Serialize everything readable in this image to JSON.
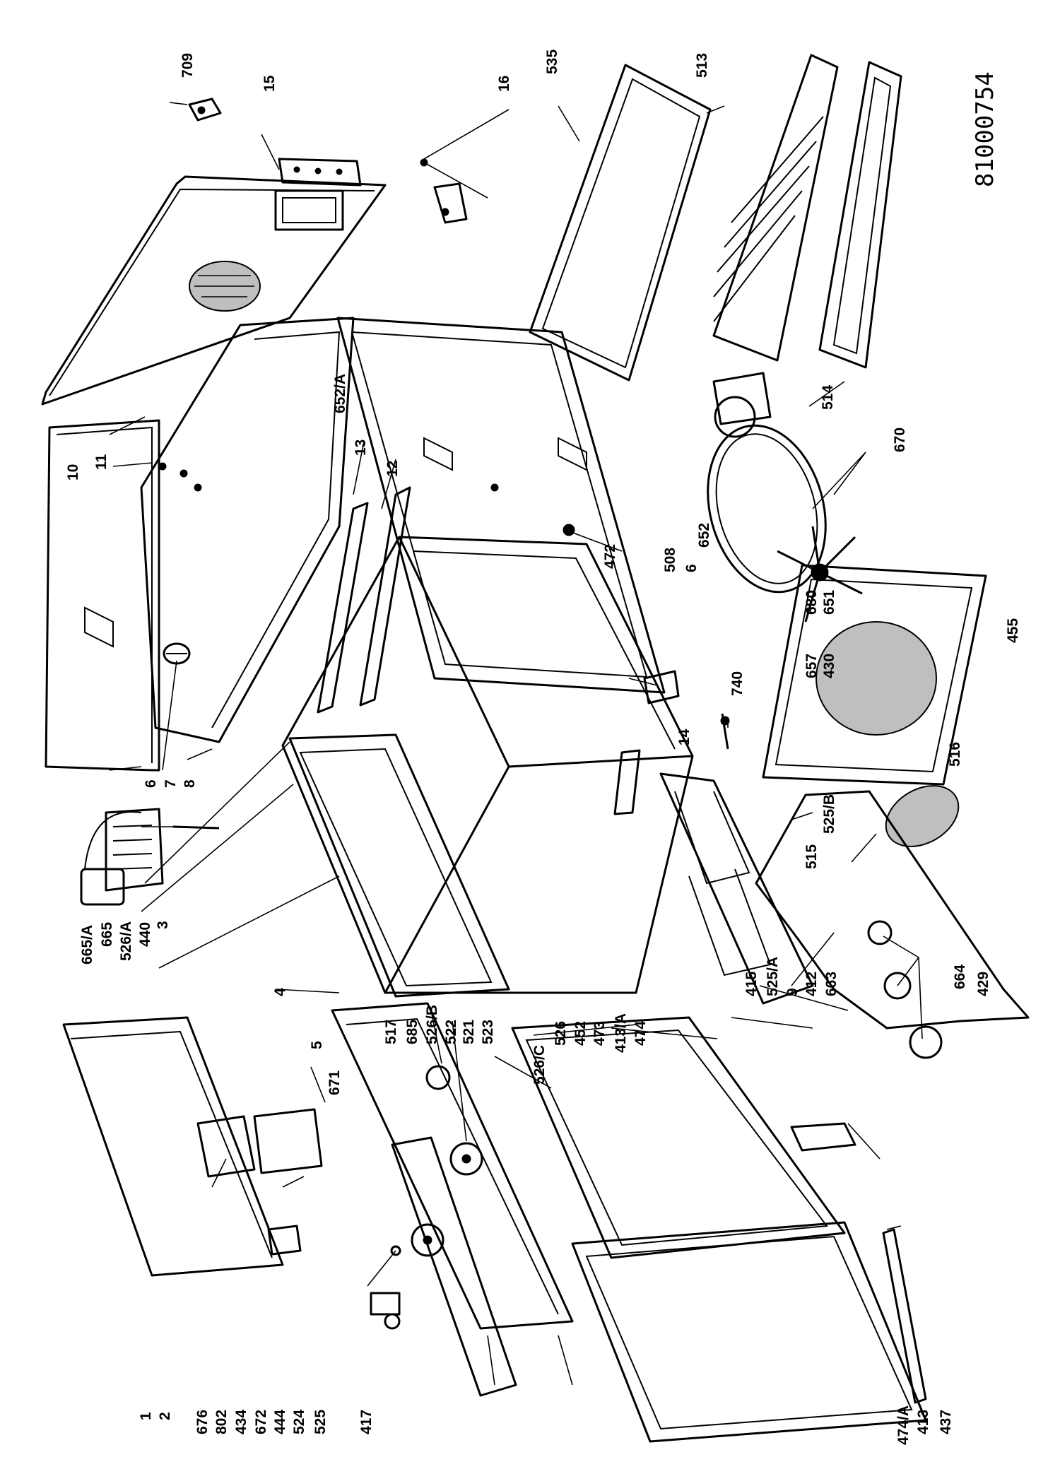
{
  "drawing_ref": "81000754",
  "labels": [
    {
      "id": "709",
      "text": "709"
    },
    {
      "id": "15",
      "text": "15"
    },
    {
      "id": "16",
      "text": "16"
    },
    {
      "id": "535",
      "text": "535"
    },
    {
      "id": "513",
      "text": "513"
    },
    {
      "id": "10",
      "text": "10"
    },
    {
      "id": "11",
      "text": "11"
    },
    {
      "id": "652A",
      "text": "652/A"
    },
    {
      "id": "13",
      "text": "13"
    },
    {
      "id": "12",
      "text": "12"
    },
    {
      "id": "514",
      "text": "514"
    },
    {
      "id": "670",
      "text": "670"
    },
    {
      "id": "652",
      "text": "652"
    },
    {
      "id": "6b",
      "text": "6"
    },
    {
      "id": "472",
      "text": "472"
    },
    {
      "id": "508",
      "text": "508"
    },
    {
      "id": "740",
      "text": "740"
    },
    {
      "id": "14",
      "text": "14"
    },
    {
      "id": "680",
      "text": "680"
    },
    {
      "id": "651",
      "text": "651"
    },
    {
      "id": "657",
      "text": "657"
    },
    {
      "id": "430",
      "text": "430"
    },
    {
      "id": "455",
      "text": "455"
    },
    {
      "id": "516",
      "text": "516"
    },
    {
      "id": "6",
      "text": "6"
    },
    {
      "id": "7",
      "text": "7"
    },
    {
      "id": "8",
      "text": "8"
    },
    {
      "id": "525B",
      "text": "525/B"
    },
    {
      "id": "665A",
      "text": "665/A"
    },
    {
      "id": "665",
      "text": "665"
    },
    {
      "id": "526A",
      "text": "526/A"
    },
    {
      "id": "440",
      "text": "440"
    },
    {
      "id": "3",
      "text": "3"
    },
    {
      "id": "4",
      "text": "4"
    },
    {
      "id": "5",
      "text": "5"
    },
    {
      "id": "671",
      "text": "671"
    },
    {
      "id": "517",
      "text": "517"
    },
    {
      "id": "685",
      "text": "685"
    },
    {
      "id": "526B",
      "text": "526/B"
    },
    {
      "id": "522",
      "text": "522"
    },
    {
      "id": "521",
      "text": "521"
    },
    {
      "id": "523",
      "text": "523"
    },
    {
      "id": "526C",
      "text": "526/C"
    },
    {
      "id": "526",
      "text": "526"
    },
    {
      "id": "452",
      "text": "452"
    },
    {
      "id": "473",
      "text": "473"
    },
    {
      "id": "413A",
      "text": "413/A"
    },
    {
      "id": "474",
      "text": "474"
    },
    {
      "id": "415",
      "text": "415"
    },
    {
      "id": "525A",
      "text": "525/A"
    },
    {
      "id": "9",
      "text": "9"
    },
    {
      "id": "412",
      "text": "412"
    },
    {
      "id": "663",
      "text": "663"
    },
    {
      "id": "515",
      "text": "515"
    },
    {
      "id": "664",
      "text": "664"
    },
    {
      "id": "429",
      "text": "429"
    },
    {
      "id": "1",
      "text": "1"
    },
    {
      "id": "2",
      "text": "2"
    },
    {
      "id": "676",
      "text": "676"
    },
    {
      "id": "802",
      "text": "802"
    },
    {
      "id": "434",
      "text": "434"
    },
    {
      "id": "672",
      "text": "672"
    },
    {
      "id": "444",
      "text": "444"
    },
    {
      "id": "524",
      "text": "524"
    },
    {
      "id": "525",
      "text": "525"
    },
    {
      "id": "417",
      "text": "417"
    },
    {
      "id": "474A",
      "text": "474/A"
    },
    {
      "id": "413",
      "text": "413"
    },
    {
      "id": "437",
      "text": "437"
    }
  ]
}
